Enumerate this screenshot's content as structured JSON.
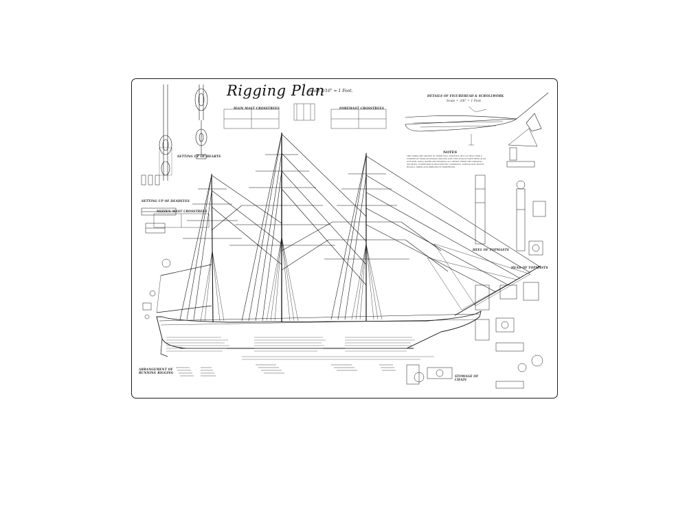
{
  "drawing": {
    "title": "Rigging Plan",
    "scale": "Scale 3/16\" = 1 Foot.",
    "details_heading": "DETAILS OF FIGUREHEAD & SCROLLWORK",
    "details_scale": "Scale = 3/8\" = 1 Foot.",
    "main_mast_crosstrees": "MAIN MAST CROSSTREES",
    "foremast_crosstrees": "FOREMAST CROSSTREES",
    "setting_up_hearts": "SETTING UP OF HEARTS",
    "setting_up_deadeyes": "SETTING UP OF DEADEYES",
    "mizzen_mast_crosstrees": "MIZZEN MAST CROSSTREES",
    "notes_title": "NOTES",
    "notes_body": "THE YARDS ARE SHOWN IN THEIR FULL POSITION, BUT AT THAT TIME A CLIPPER OF SIMILAR DESIGN AND RIG LIKE THIS WOULD HAVE BEEN ALSO NOTICED, SAILS, SPARS AND RIGGING ALL DRAWN FROM THE ORIGINAL SOURCES. LOWER MASTS IRON-BOUND; TOPMASTS, TOPGALLANT MASTS, ROYALS, YARDS AND JIBBOOM OF HARDWOOD.",
    "heel_of_topmasts": "HEEL OF TOPMASTS",
    "head_of_topmasts": "HEAD OF TOPMASTS",
    "arrangement": "ARRANGEMENT OF RUNNING RIGGING",
    "stowage": "STOWAGE OF CHAIN"
  }
}
